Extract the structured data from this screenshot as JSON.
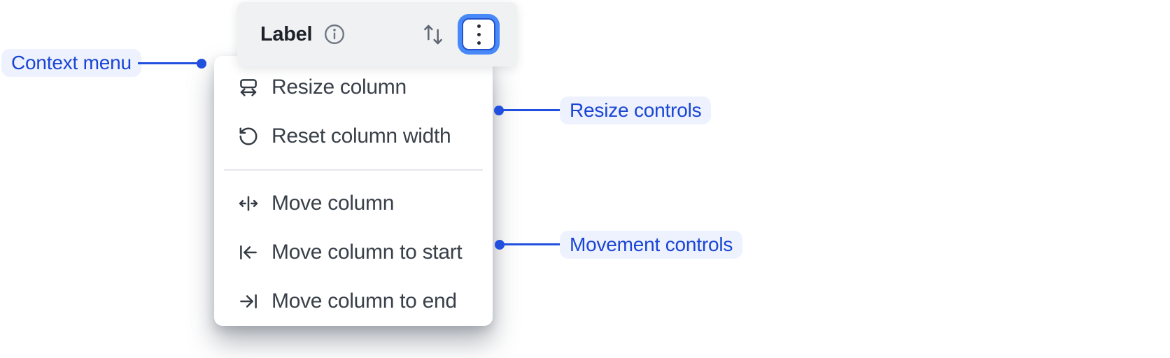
{
  "column_header": {
    "label": "Label",
    "info_icon": "info-icon",
    "sort_icon": "sort-arrows-icon",
    "menu_button_icon": "kebab-vertical-icon"
  },
  "context_menu": {
    "resize_group": [
      {
        "label": "Resize column",
        "icon": "resize-column-icon"
      },
      {
        "label": "Reset column width",
        "icon": "reset-column-width-icon"
      }
    ],
    "movement_group": [
      {
        "label": "Move column",
        "icon": "move-column-icon"
      },
      {
        "label": "Move column to start",
        "icon": "move-column-to-start-icon"
      },
      {
        "label": "Move column to end",
        "icon": "move-column-to-end-icon"
      }
    ]
  },
  "annotations": {
    "context_menu": "Context menu",
    "resize_controls": "Resize controls",
    "movement_controls": "Movement controls"
  },
  "colors": {
    "header_bg": "#eff1f3",
    "menu_bg": "#ffffff",
    "menu_text": "#394049",
    "header_text": "#1d222a",
    "icon_stroke": "#343b44",
    "divider": "#e5e7ea",
    "focus_ring": "#4789f8",
    "focus_border": "#2453cd",
    "annotation_bg": "#edf2fe",
    "annotation_text": "#1a45d4",
    "annotation_line": "#2050dd"
  }
}
